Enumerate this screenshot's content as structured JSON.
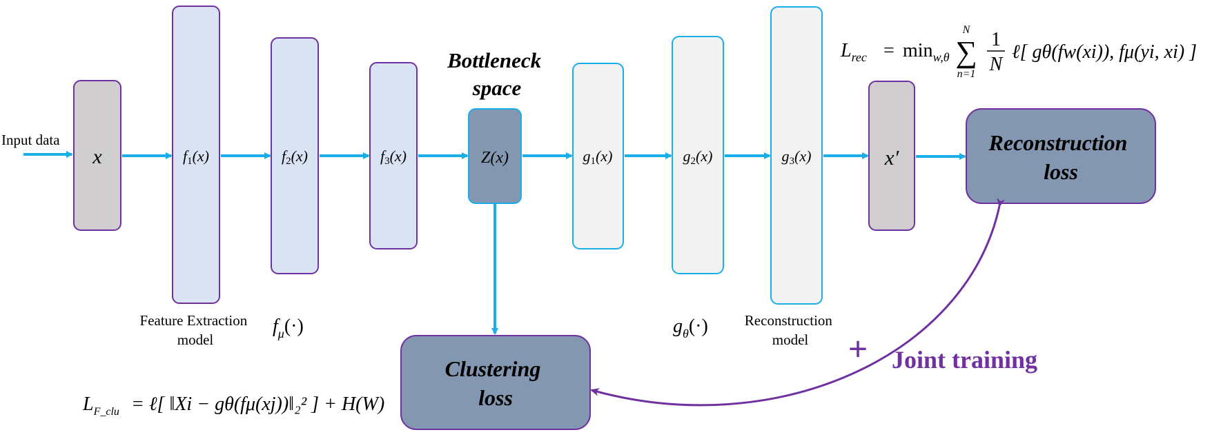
{
  "input_label": "Input data",
  "layers": {
    "x": {
      "var": "x"
    },
    "f1": {
      "fn": "f",
      "sub": "1",
      "arg": "(x)"
    },
    "f2": {
      "fn": "f",
      "sub": "2",
      "arg": "(x)"
    },
    "f3": {
      "fn": "f",
      "sub": "3",
      "arg": "(x)"
    },
    "z": {
      "label": "Z(x)"
    },
    "g1": {
      "fn": "g",
      "sub": "1",
      "arg": "(x)"
    },
    "g2": {
      "fn": "g",
      "sub": "2",
      "arg": "(x)"
    },
    "g3": {
      "fn": "g",
      "sub": "3",
      "arg": "(x)"
    },
    "xprime": {
      "var": "x′"
    }
  },
  "bottleneck": {
    "line1": "Bottleneck",
    "line2": "space"
  },
  "feature_model": {
    "line1": "Feature Extraction",
    "line2": "model",
    "fn": "f",
    "sub": "μ",
    "arg": "(·)"
  },
  "reconstruction_model": {
    "line1": "Reconstruction",
    "line2": "model",
    "fn": "g",
    "sub": "θ",
    "arg": "(·)"
  },
  "reconstruction_loss": {
    "line1": "Reconstruction",
    "line2": "loss"
  },
  "clustering_loss": {
    "line1": "Clustering",
    "line2": "loss"
  },
  "joint": {
    "plus": "+",
    "label": "Joint training"
  },
  "formula_rec": {
    "lhs": "L",
    "lhs_sub": "rec",
    "eq": "=",
    "min": "min",
    "min_sub": "w,θ",
    "sum_top": "N",
    "sum_bottom": "n=1",
    "frac_num": "1",
    "frac_den": "N",
    "body": "ℓ[ gθ(fw(xi)), fμ(yi, xi) ]"
  },
  "formula_clu": {
    "lhs": "L",
    "lhs_sub": "F_clu",
    "body": "= ℓ[ ‖Xi − gθ(fμ(xj))‖₂² ] + H(W)"
  },
  "colors": {
    "arrow": "#1aaee8",
    "purple": "#7030a0",
    "input_fill": "#d0cece",
    "encoder_fill": "#dae3f3",
    "decoder_fill": "#f2f2f2",
    "dark_fill": "#8497b0",
    "decoder_stroke": "#1aaee8"
  }
}
